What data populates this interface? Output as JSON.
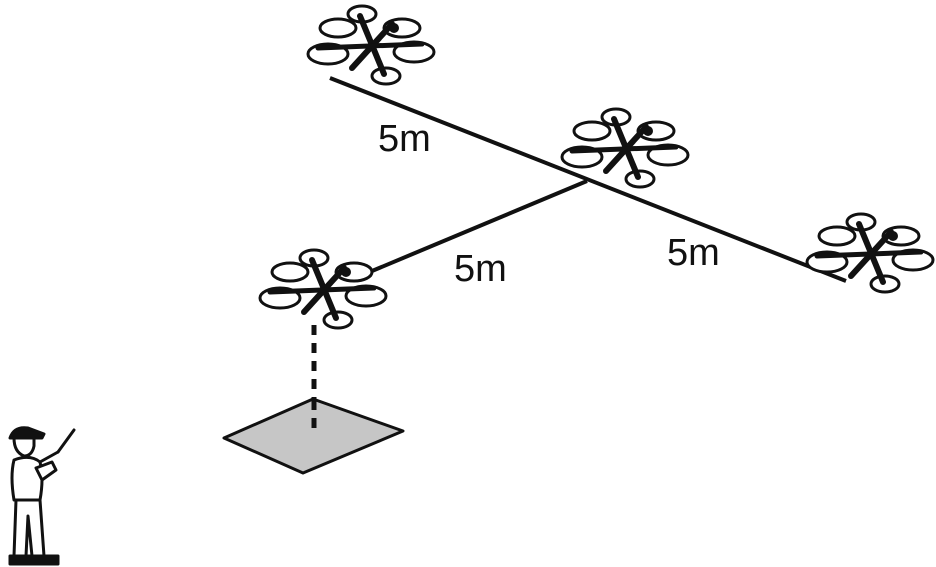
{
  "colors": {
    "line": "#111111",
    "pad_fill": "#c6c6c6",
    "background": "#ffffff"
  },
  "labels": {
    "segment_top": "5m",
    "segment_bottom": "5m",
    "segment_right": "5m"
  },
  "icons": {
    "drone": "quadcopter-icon",
    "pilot": "pilot-with-controller-icon",
    "pad": "landing-pad"
  }
}
